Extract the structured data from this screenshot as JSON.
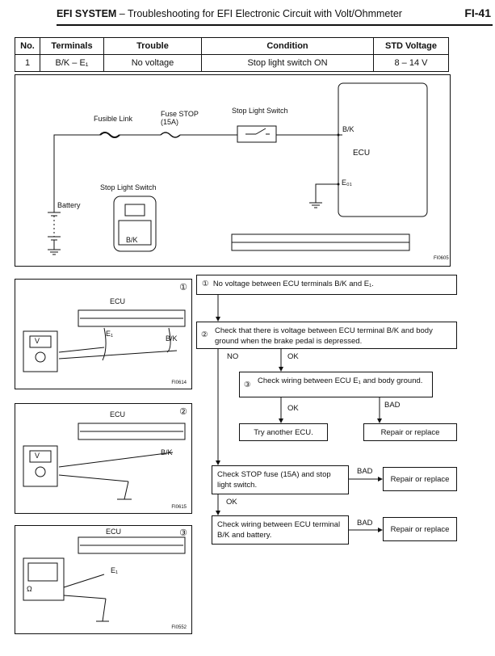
{
  "header": {
    "title_bold": "EFI SYSTEM",
    "title_rest": " – Troubleshooting for EFI Electronic Circuit with Volt/Ohmmeter",
    "page": "FI-41"
  },
  "spec_table": {
    "headers": [
      "No.",
      "Terminals",
      "Trouble",
      "Condition",
      "STD Voltage"
    ],
    "row": [
      "1",
      "B/K – E₁",
      "No voltage",
      "Stop light switch ON",
      "8 – 14 V"
    ]
  },
  "diagram": {
    "fusible_link": "Fusible Link",
    "fuse_stop": "Fuse STOP",
    "fuse_rating": "(15A)",
    "stop_light_switch": "Stop Light Switch",
    "bk": "B/K",
    "ecu": "ECU",
    "e01": "E₀₁",
    "battery": "Battery",
    "switch_label": "Stop Light Switch",
    "switch_term": "B/K",
    "fig_id": "FI0605"
  },
  "panels": [
    {
      "num": "①",
      "ecu": "ECU",
      "e1": "E₁",
      "bk": "B/K",
      "meter": "V",
      "fig": "FI0614"
    },
    {
      "num": "②",
      "ecu": "ECU",
      "bk": "B/K",
      "meter": "V",
      "fig": "FI0615"
    },
    {
      "num": "③",
      "ecu": "ECU",
      "e1": "E₁",
      "meter": "Ω",
      "fig": "FI0552"
    }
  ],
  "flow": {
    "step1": "No voltage between ECU terminals B/K and E₁.",
    "step1_num": "①",
    "step2": "Check that there is voltage between ECU terminal B/K and body ground when the brake pedal is depressed.",
    "step2_num": "②",
    "no": "NO",
    "ok": "OK",
    "step3": "Check wiring between ECU E₁ and body ground.",
    "step3_num": "③",
    "ok2": "OK",
    "bad": "BAD",
    "try_ecu": "Try another ECU.",
    "repair1": "Repair or replace",
    "fuse_check": "Check STOP fuse (15A) and stop light switch.",
    "bad2": "BAD",
    "repair2": "Repair or replace",
    "ok3": "OK",
    "wiring_check": "Check wiring between ECU terminal B/K and battery.",
    "bad3": "BAD",
    "repair3": "Repair or replace"
  }
}
